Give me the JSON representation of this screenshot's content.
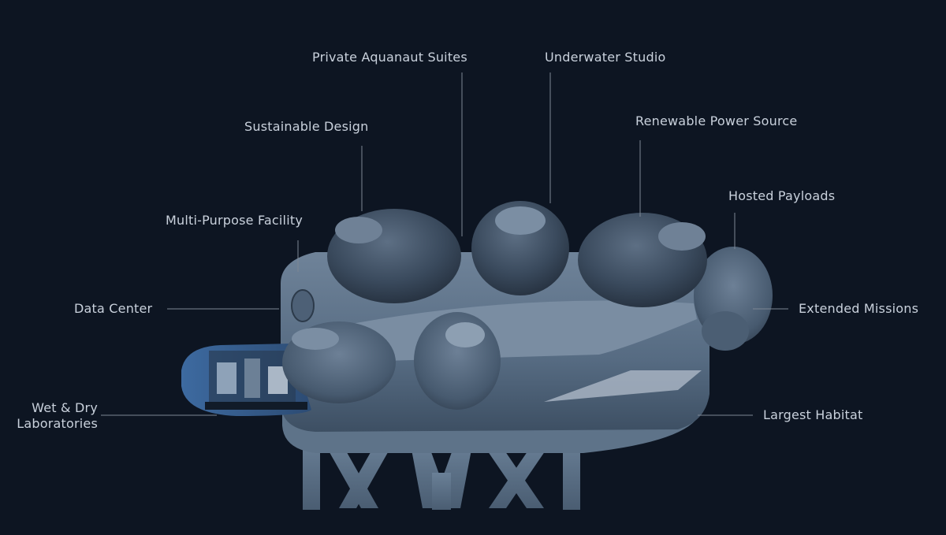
{
  "labels": {
    "private_suites": "Private Aquanaut Suites",
    "underwater_studio": "Underwater Studio",
    "sustainable_design": "Sustainable Design",
    "renewable_power": "Renewable Power Source",
    "hosted_payloads": "Hosted Payloads",
    "multi_purpose": "Multi-Purpose Facility",
    "data_center": "Data Center",
    "extended_missions": "Extended Missions",
    "wet_dry_line1": "Wet & Dry",
    "wet_dry_line2": "Laboratories",
    "largest_habitat": "Largest Habitat"
  },
  "colors": {
    "background": "#0d1522",
    "label_text": "#c9d1dc",
    "leader_line": "#7d8794",
    "habitat_body": "#5c7189"
  }
}
